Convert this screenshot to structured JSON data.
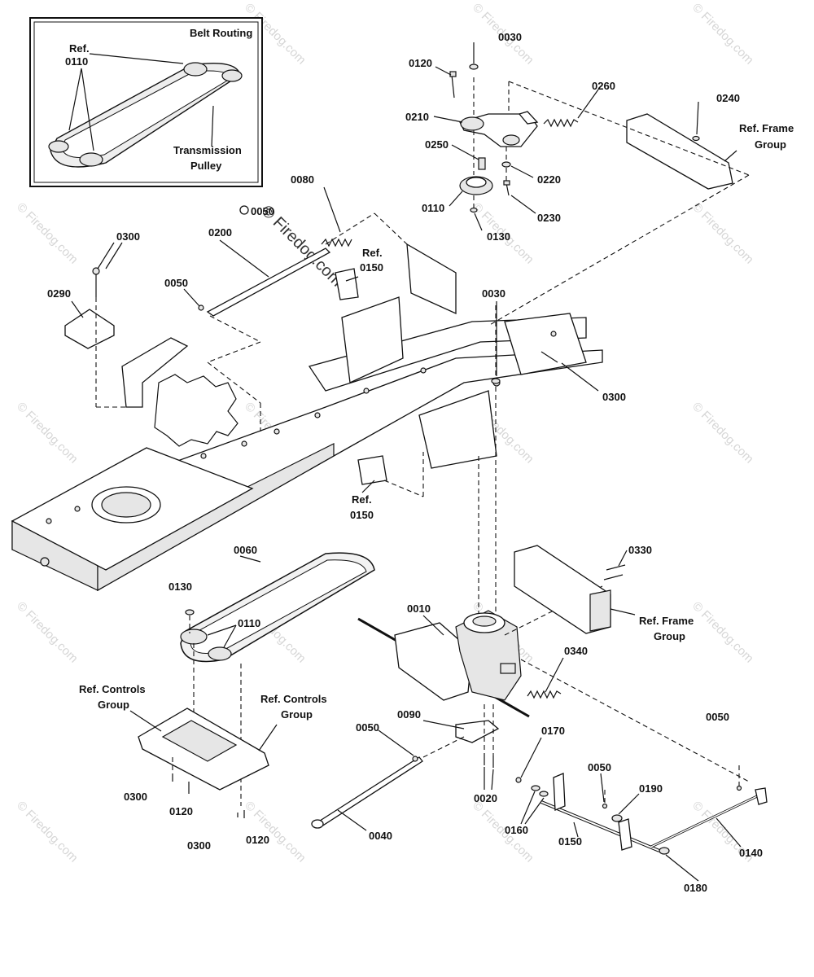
{
  "inset": {
    "title": "Belt Routing",
    "ref_label": "Ref.",
    "ref_num": "0110",
    "pulley_label_1": "Transmission",
    "pulley_label_2": "Pulley"
  },
  "watermark": "© Firedog.com",
  "labels": {
    "p0030_top": "0030",
    "p0120_top": "0120",
    "p0210": "0210",
    "p0250": "0250",
    "p0110_top": "0110",
    "p0130_top": "0130",
    "p0220": "0220",
    "p0230": "0230",
    "p0260": "0260",
    "p0240": "0240",
    "ref_frame_top_1": "Ref. Frame",
    "ref_frame_top_2": "Group",
    "p0080": "0080",
    "p0050_top": "0050",
    "p0200": "0200",
    "p0050_mid": "0050",
    "ref_0150_top_1": "Ref.",
    "ref_0150_top_2": "0150",
    "p0300_left": "0300",
    "p0290": "0290",
    "p0030_mid": "0030",
    "p0300_right": "0300",
    "ref_0150_mid_1": "Ref.",
    "ref_0150_mid_2": "0150",
    "p0060": "0060",
    "p0130_belt": "0130",
    "p0110_belt": "0110",
    "p0330": "0330",
    "ref_frame_mid_1": "Ref. Frame",
    "ref_frame_mid_2": "Group",
    "p0010": "0010",
    "p0340": "0340",
    "ref_controls_left_1": "Ref. Controls",
    "ref_controls_left_2": "Group",
    "ref_controls_right_1": "Ref. Controls",
    "ref_controls_right_2": "Group",
    "p0050_low": "0050",
    "p0090": "0090",
    "p0170": "0170",
    "p0050_far": "0050",
    "p0300_b1": "0300",
    "p0120_b1": "0120",
    "p0050_rod": "0050",
    "p0190": "0190",
    "p0020": "0020",
    "p0160": "0160",
    "p0150": "0150",
    "p0140": "0140",
    "p0040": "0040",
    "p0300_b2": "0300",
    "p0120_b2": "0120",
    "p0180": "0180"
  }
}
